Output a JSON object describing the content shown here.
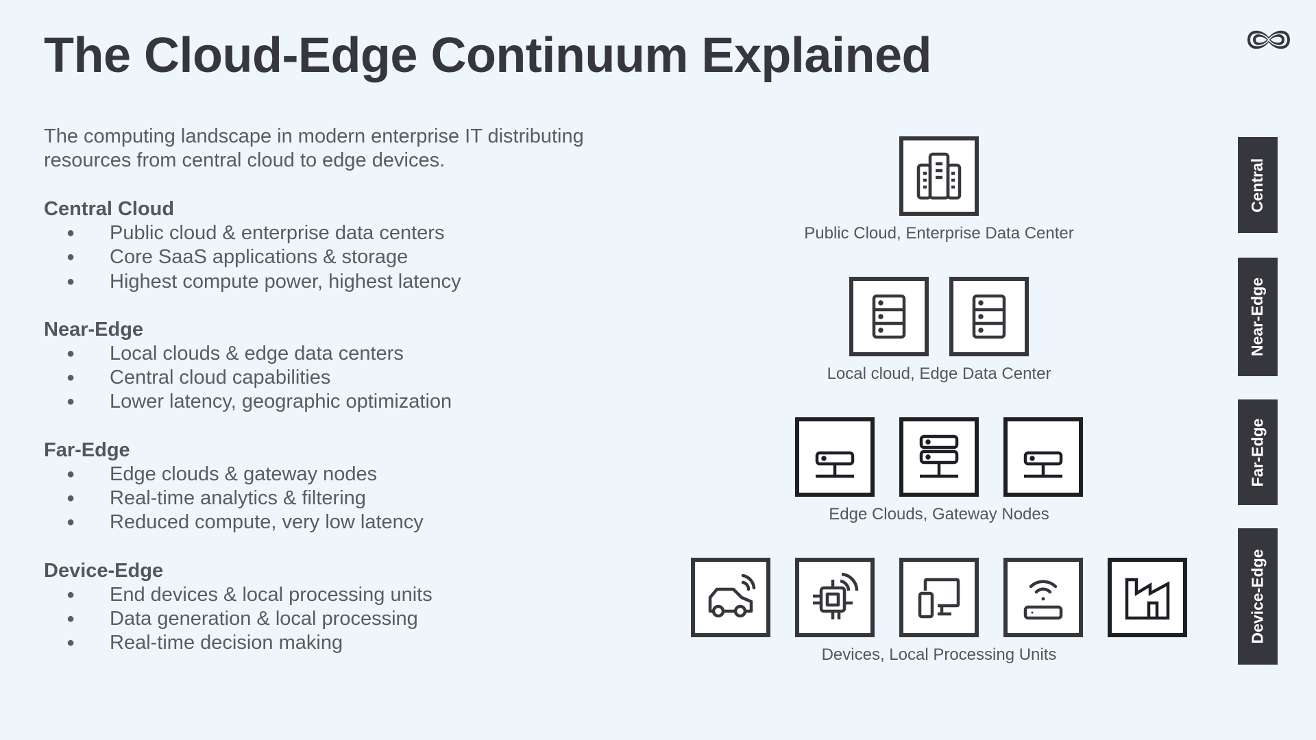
{
  "header": {
    "title": "The Cloud-Edge Continuum Explained",
    "logo_icon": "infinity-logo-icon"
  },
  "intro": "The computing landscape in modern enterprise IT distributing resources from central cloud to edge devices.",
  "sections": [
    {
      "heading": "Central Cloud",
      "bullets": [
        "Public cloud & enterprise data centers",
        "Core SaaS applications & storage",
        "Highest compute power, highest latency"
      ]
    },
    {
      "heading": "Near-Edge",
      "bullets": [
        "Local clouds & edge data centers",
        "Central cloud capabilities",
        "Lower latency, geographic optimization"
      ]
    },
    {
      "heading": "Far-Edge",
      "bullets": [
        "Edge clouds & gateway nodes",
        "Real-time analytics & filtering",
        "Reduced compute, very low latency"
      ]
    },
    {
      "heading": "Device-Edge",
      "bullets": [
        "End devices & local processing units",
        "Data generation & local processing",
        "Real-time decision making"
      ]
    }
  ],
  "diagram": {
    "tiers": [
      {
        "label": "Public Cloud, Enterprise Data Center",
        "icons": [
          "office-building-icon"
        ]
      },
      {
        "label": "Local cloud, Edge Data Center",
        "icons": [
          "server-rack-icon",
          "server-rack-icon"
        ]
      },
      {
        "label": "Edge Clouds, Gateway Nodes",
        "icons": [
          "network-node-icon",
          "network-server-icon",
          "network-node-icon"
        ]
      },
      {
        "label": "Devices, Local Processing Units",
        "icons": [
          "connected-car-icon",
          "iot-chip-icon",
          "devices-icon",
          "wifi-router-icon",
          "factory-icon"
        ]
      }
    ],
    "side_tabs": [
      "Central",
      "Near-Edge",
      "Far-Edge",
      "Device-Edge"
    ]
  },
  "colors": {
    "background": "#eef6fc",
    "dark": "#36373c",
    "text": "#5a5b60"
  }
}
